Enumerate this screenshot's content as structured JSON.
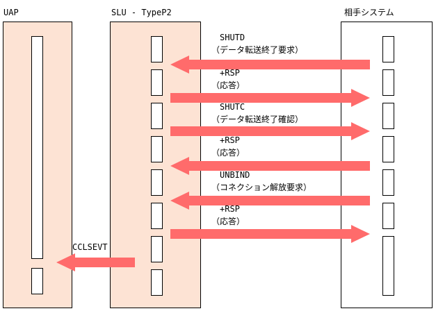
{
  "lanes": {
    "uap": "UAP",
    "slu": "SLU - TypeP2",
    "remote": "相手システム"
  },
  "messages": [
    {
      "line1": "SHUTD",
      "line2": "（データ転送終了要求）"
    },
    {
      "line1": "+RSP",
      "line2": "（応答）"
    },
    {
      "line1": "SHUTC",
      "line2": "（データ転送終了確認）"
    },
    {
      "line1": "+RSP",
      "line2": "（応答）"
    },
    {
      "line1": "UNBIND",
      "line2": "（コネクション解放要求）"
    },
    {
      "line1": "+RSP",
      "line2": "（応答）"
    }
  ],
  "event": "CCLSEVT",
  "colors": {
    "lane_fill": "#fde3d4",
    "arrow": "#ff6b6b",
    "border": "#000000"
  }
}
